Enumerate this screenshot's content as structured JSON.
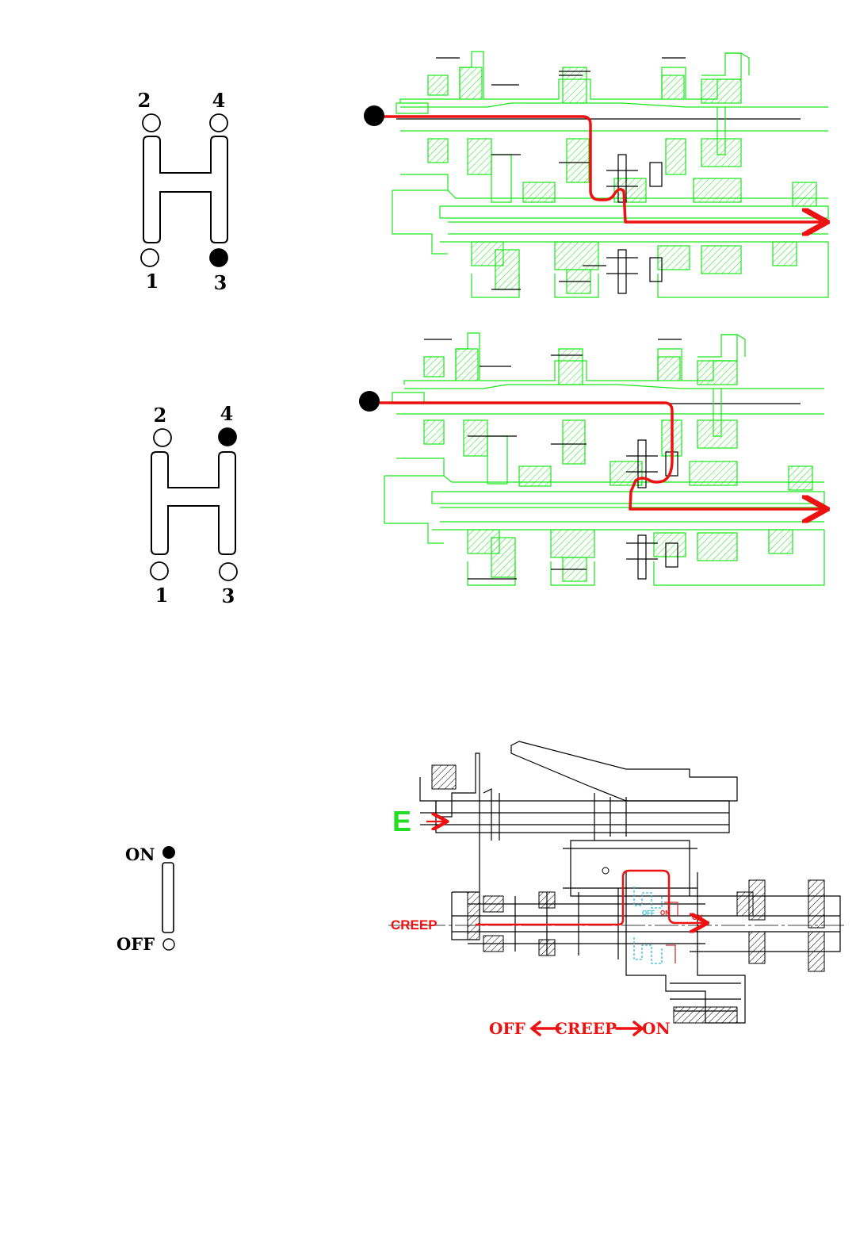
{
  "gear_pattern_1": {
    "positions": [
      "2",
      "4",
      "1",
      "3"
    ],
    "selected": "3"
  },
  "gear_pattern_2": {
    "positions": [
      "2",
      "4",
      "1",
      "3"
    ],
    "selected": "4"
  },
  "creep_switch": {
    "on_label": "ON",
    "off_label": "OFF",
    "selected": "ON"
  },
  "creep_diagram": {
    "input_label": "E",
    "creep_label": "CREEP",
    "inner_off_label": "OFF",
    "inner_on_label": "ON",
    "flow_on_label": "ON",
    "legend": {
      "off": "OFF",
      "creep": "CREEP",
      "on": "ON"
    }
  },
  "colors": {
    "flow": "#ee1111",
    "gearbox_outline": "#19e619",
    "input_label": "#22dd22",
    "creep_detail": "#33bbdd"
  }
}
